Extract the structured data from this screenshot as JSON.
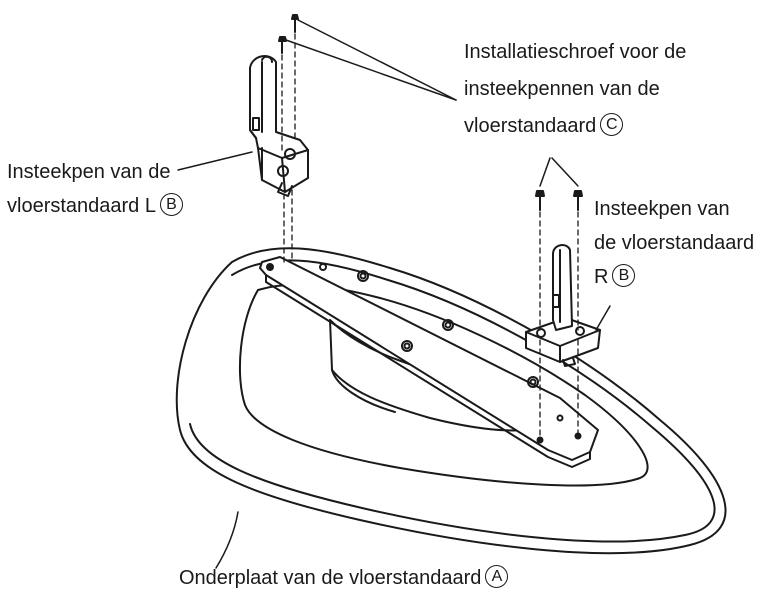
{
  "labels": {
    "screw": {
      "line1": "Installatieschroef voor de",
      "line2": "insteekpennen van de",
      "line3": "vloerstandaard",
      "marker": "C"
    },
    "pin_left": {
      "line1": "Insteekpen van de",
      "line2": "vloerstandaard L",
      "marker": "B"
    },
    "pin_right": {
      "line1": "Insteekpen van",
      "line2": "de vloerstandaard",
      "line3": "R",
      "marker": "B"
    },
    "base": {
      "text": "Onderplaat van de vloerstandaard",
      "marker": "A"
    }
  }
}
